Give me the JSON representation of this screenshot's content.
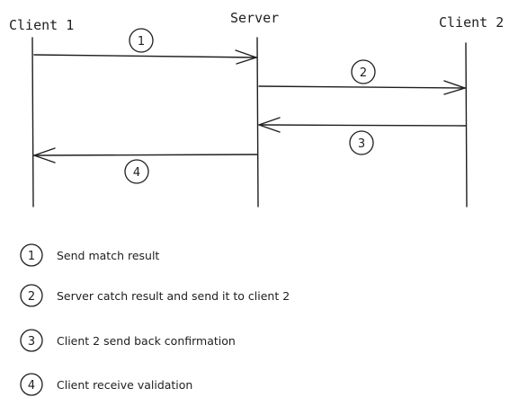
{
  "actors": [
    {
      "id": "client1",
      "label": "Client 1"
    },
    {
      "id": "server",
      "label": "Server"
    },
    {
      "id": "client2",
      "label": "Client 2"
    }
  ],
  "messages": [
    {
      "number": "1",
      "from": "client1",
      "to": "server"
    },
    {
      "number": "2",
      "from": "server",
      "to": "client2"
    },
    {
      "number": "3",
      "from": "client2",
      "to": "server"
    },
    {
      "number": "4",
      "from": "server",
      "to": "client1"
    }
  ],
  "legend": [
    {
      "number": "1",
      "text": "Send match result"
    },
    {
      "number": "2",
      "text": "Server catch result and send it to client 2"
    },
    {
      "number": "3",
      "text": "Client 2 send back confirmation"
    },
    {
      "number": "4",
      "text": "Client receive validation"
    }
  ]
}
